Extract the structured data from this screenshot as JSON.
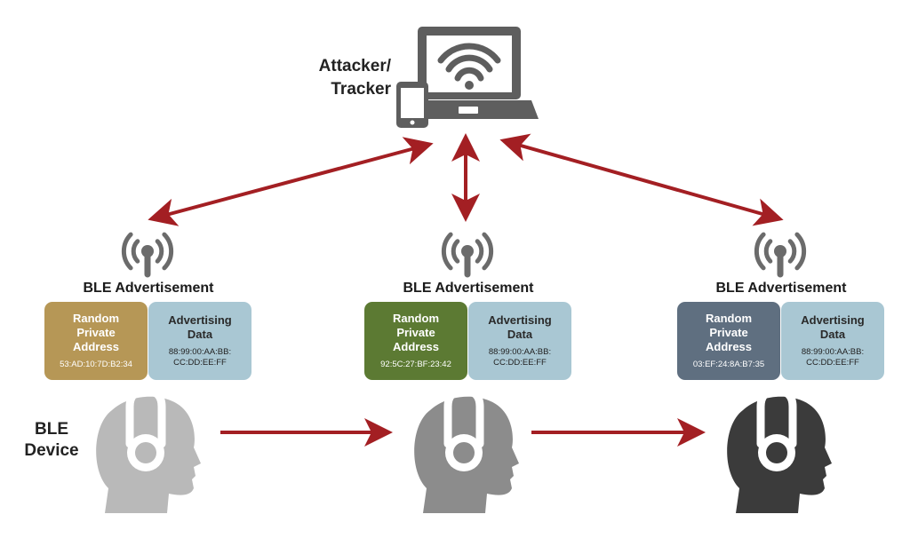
{
  "attacker": {
    "label": "Attacker/\nTracker"
  },
  "device_label": "BLE\nDevice",
  "colors": {
    "arrow": "#a31f23",
    "icon": "#6b6b6b",
    "data_box": "#a9c7d3"
  },
  "stations": [
    {
      "adv_title": "BLE Advertisement",
      "rpa_label": "Random\nPrivate\nAddress",
      "rpa_value": "53:AD:10:7D:B2:34",
      "rpa_color": "#b69756",
      "data_label": "Advertising\nData",
      "data_value": "88:99:00:AA:BB:\nCC:DD:EE:FF",
      "head_color": "#b9b9b9"
    },
    {
      "adv_title": "BLE Advertisement",
      "rpa_label": "Random\nPrivate\nAddress",
      "rpa_value": "92:5C:27:BF:23:42",
      "rpa_color": "#5c7a33",
      "data_label": "Advertising\nData",
      "data_value": "88:99:00:AA:BB:\nCC:DD:EE:FF",
      "head_color": "#8c8c8c"
    },
    {
      "adv_title": "BLE Advertisement",
      "rpa_label": "Random\nPrivate\nAddress",
      "rpa_value": "03:EF:24:8A:B7:35",
      "rpa_color": "#5f6f80",
      "data_label": "Advertising\nData",
      "data_value": "88:99:00:AA:BB:\nCC:DD:EE:FF",
      "head_color": "#3b3b3b"
    }
  ]
}
